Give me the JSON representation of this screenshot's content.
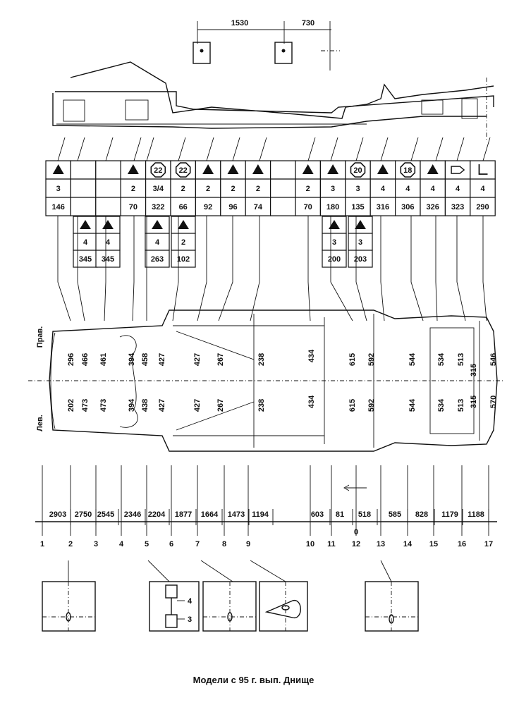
{
  "top_dims": [
    "1530",
    "730"
  ],
  "side_labels": {
    "right": "Прав.",
    "left": "Лев."
  },
  "table_top": [
    {
      "sym": "triangle",
      "mid": "3",
      "bot": "146"
    },
    {
      "sym": "",
      "mid": "",
      "bot": ""
    },
    {
      "sym": "",
      "mid": "",
      "bot": ""
    },
    {
      "sym": "triangle",
      "mid": "2",
      "bot": "70"
    },
    {
      "sym": "octagon",
      "sym_text": "22",
      "mid": "3/4",
      "bot": "322"
    },
    {
      "sym": "octagon",
      "sym_text": "22",
      "mid": "2",
      "bot": "66"
    },
    {
      "sym": "triangle",
      "mid": "2",
      "bot": "92"
    },
    {
      "sym": "triangle",
      "mid": "2",
      "bot": "96"
    },
    {
      "sym": "triangle",
      "mid": "2",
      "bot": "74"
    },
    {
      "sym": "",
      "mid": "",
      "bot": ""
    },
    {
      "sym": "triangle",
      "mid": "2",
      "bot": "70"
    },
    {
      "sym": "triangle",
      "mid": "3",
      "bot": "180"
    },
    {
      "sym": "octagon",
      "sym_text": "20",
      "mid": "3",
      "bot": "135"
    },
    {
      "sym": "triangle",
      "mid": "4",
      "bot": "316"
    },
    {
      "sym": "octagon",
      "sym_text": "18",
      "mid": "4",
      "bot": "306"
    },
    {
      "sym": "triangle",
      "mid": "4",
      "bot": "326"
    },
    {
      "sym": "plug",
      "mid": "4",
      "bot": "323"
    },
    {
      "sym": "bracket",
      "mid": "4",
      "bot": "290"
    }
  ],
  "table_sub": [
    {
      "mid": "4",
      "bot": "345"
    },
    {
      "mid": "4",
      "bot": "345"
    },
    {
      "mid": "4",
      "bot": "263"
    },
    {
      "mid": "2",
      "bot": "102"
    },
    {
      "mid": "3",
      "bot": "200"
    },
    {
      "mid": "3",
      "bot": "203"
    }
  ],
  "plan_dims": {
    "v1": [
      "296",
      "466",
      "461",
      "394",
      "458",
      "427",
      "427",
      "267",
      "238"
    ],
    "v2": [
      "202",
      "473",
      "473",
      "394",
      "438",
      "427",
      "427",
      "267",
      "238"
    ],
    "v3": [
      "434",
      "434",
      "615",
      "615",
      "592",
      "592",
      "544",
      "544",
      "534",
      "534",
      "513",
      "513",
      "315",
      "315",
      "546",
      "570"
    ]
  },
  "bottom_dims": [
    "2903",
    "2750",
    "2545",
    "2346",
    "2204",
    "1877",
    "1664",
    "1473",
    "1194",
    "603",
    "81",
    "518",
    "585",
    "828",
    "1179",
    "1188"
  ],
  "zero_label": "0",
  "point_numbers": [
    "1",
    "2",
    "3",
    "4",
    "5",
    "6",
    "7",
    "8",
    "9",
    "10",
    "11",
    "12",
    "13",
    "14",
    "15",
    "16",
    "17"
  ],
  "detail_labels": [
    "4",
    "3"
  ],
  "caption": "Модели с 95 г. вып. Днище"
}
